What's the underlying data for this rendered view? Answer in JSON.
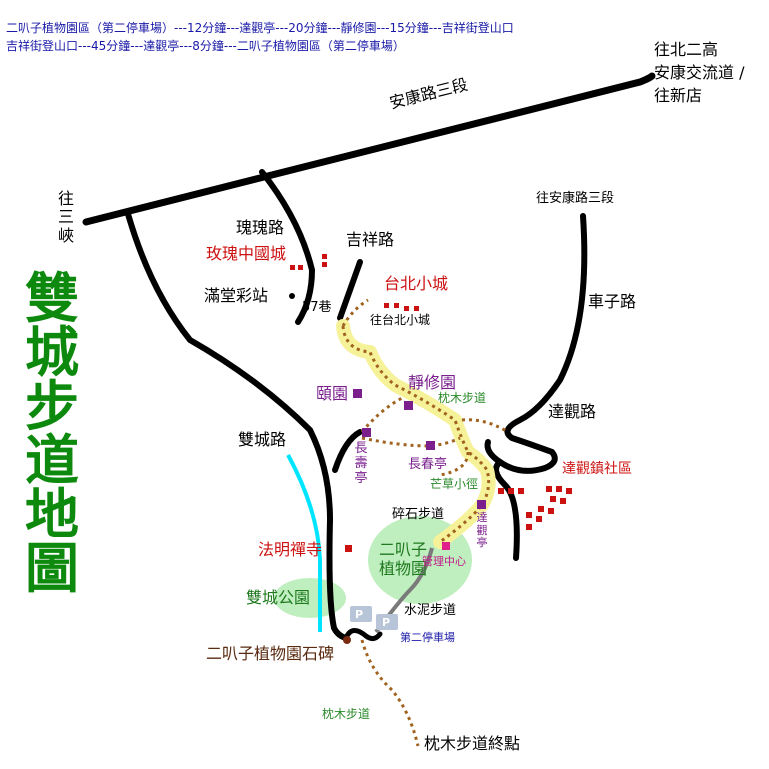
{
  "route_info": {
    "line1": "二叭子植物園區（第二停車場）---12分鐘---達觀亭---20分鐘---靜修園---15分鐘---吉祥街登山口",
    "line2": "吉祥街登山口---45分鐘---達觀亭---8分鐘---二叭子植物園區（第二停車場）"
  },
  "title_chars": [
    "雙",
    "城",
    "步",
    "道",
    "地",
    "圖"
  ],
  "roads": {
    "north_exit": "往北二高",
    "north_exit2": "安康交流道 /",
    "north_exit3": "往新店",
    "ankang": "安康路三段",
    "west_exit": "往三峽",
    "guigui": "瑰瑰路",
    "jixiang": "吉祥路",
    "mantang": "滿堂彩站",
    "lane57": "57巷",
    "to_ankang": "往安康路三段",
    "chezi": "車子路",
    "daguan_rd": "達觀路",
    "shuangcheng_rd": "雙城路",
    "gravel": "碎石步道",
    "concrete": "水泥步道"
  },
  "places": {
    "rose_city": "玫瑰中國城",
    "taipei_city": "台北小城",
    "to_taipei_city": "往台北小城",
    "yiyuan": "頤園",
    "jingxiu": "靜修園",
    "sleeper_trail_top": "枕木步道",
    "changshou": "長壽亭",
    "changchun": "長春亭",
    "mangcao": "芒草小徑",
    "daguan_pav": "達觀亭",
    "daguan_comm": "達觀鎮社區",
    "faming": "法明禪寺",
    "botanic": "二叭子植物園",
    "mgmt": "管理中心",
    "park": "雙城公園",
    "parking2": "第二停車場",
    "stele": "二叭子植物園石碑",
    "sleeper_trail": "枕木步道",
    "sleeper_end": "枕木步道終點",
    "parking_symbol": "P"
  },
  "colors": {
    "road": "#000000",
    "trail_highlight": "#f6f29a",
    "trail_dots": "#a0621e",
    "river": "#00e5ff",
    "green_area": "#bfeebf",
    "title": "#0d8a0d",
    "red_marker": "#cc1111",
    "purple_marker": "#7a1f8c",
    "concrete_path": "#7a7a7a"
  }
}
